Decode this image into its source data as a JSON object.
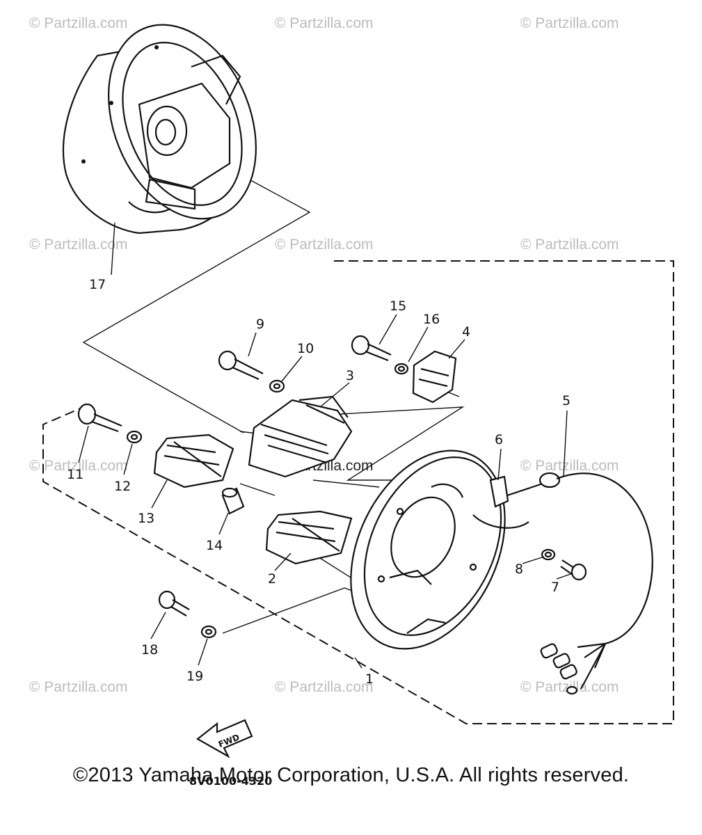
{
  "watermark": "© Partzilla.com",
  "callouts": {
    "c1": "1",
    "c2": "2",
    "c3": "3",
    "c4": "4",
    "c5": "5",
    "c6": "6",
    "c7": "7",
    "c8": "8",
    "c9": "9",
    "c10": "10",
    "c11": "11",
    "c12": "12",
    "c13": "13",
    "c14": "14",
    "c15": "15",
    "c16": "16",
    "c17": "17",
    "c18": "18",
    "c19": "19"
  },
  "fwd_label": "FWD",
  "part_number": "8V0100-4320",
  "copyright": "©2013 Yamaha Motor Corporation, U.S.A. All rights reserved."
}
